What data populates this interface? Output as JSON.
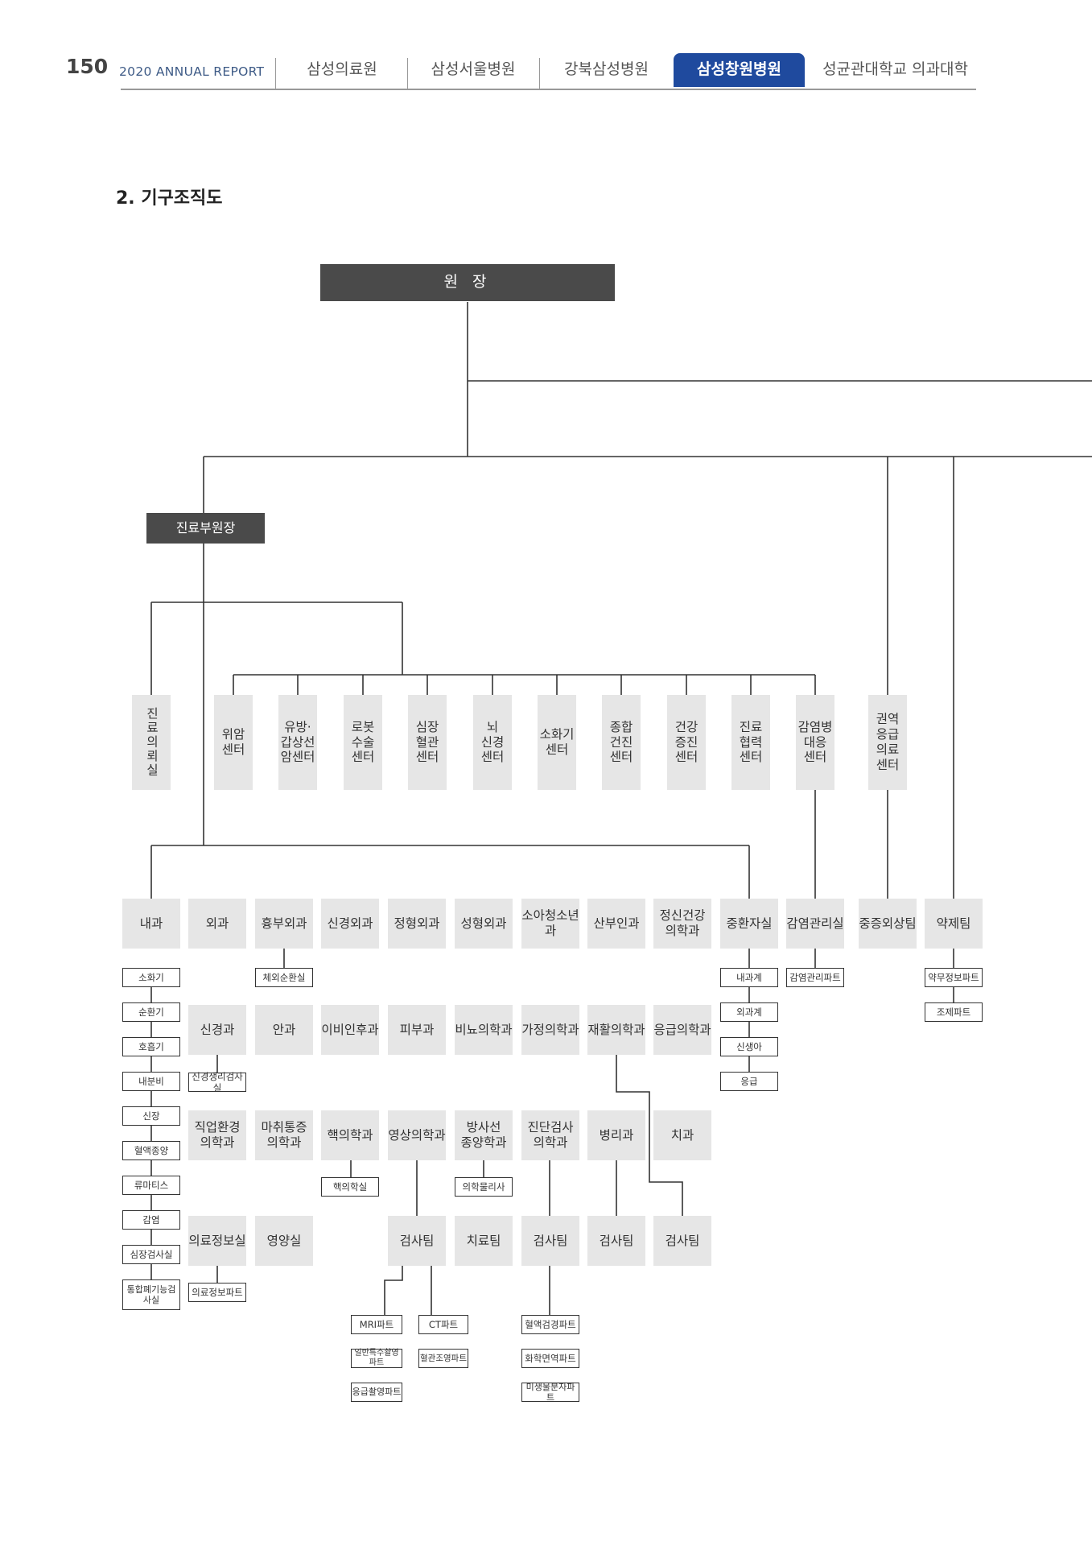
{
  "header": {
    "page_number": "150",
    "report_title": "2020 ANNUAL REPORT",
    "tabs": [
      {
        "label": "삼성의료원",
        "active": false
      },
      {
        "label": "삼성서울병원",
        "active": false
      },
      {
        "label": "강북삼성병원",
        "active": false
      },
      {
        "label": "삼성창원병원",
        "active": true
      },
      {
        "label": "성균관대학교 의과대학",
        "active": false
      }
    ],
    "accent_color": "#1f4a9e"
  },
  "section_title": "2. 기구조직도",
  "org": {
    "director": "원 장",
    "vice_director": "진료부원장",
    "unit_row": [
      "진료의뢰실",
      "위암\n센터",
      "유방·\n갑상선\n암센터",
      "로봇\n수술\n센터",
      "심장\n혈관\n센터",
      "뇌\n신경\n센터",
      "소화기\n센터",
      "종합\n건진\n센터",
      "건강\n증진\n센터",
      "진료\n협력\n센터",
      "감염병\n대응\n센터",
      "권역\n응급\n의료\n센터"
    ],
    "dept_row1": [
      "내과",
      "외과",
      "흉부외과",
      "신경외과",
      "정형외과",
      "성형외과",
      "소아청소년과",
      "산부인과",
      "정신건강\n의학과",
      "중환자실",
      "감염관리실",
      "중증외상팀",
      "약제팀"
    ],
    "dept_row2": [
      "신경과",
      "안과",
      "이비인후과",
      "피부과",
      "비뇨의학과",
      "가정의학과",
      "재활의학과",
      "응급의학과"
    ],
    "dept_row3": [
      "직업환경\n의학과",
      "마취통증\n의학과",
      "핵의학과",
      "영상의학과",
      "방사선\n종양학과",
      "진단검사\n의학과",
      "병리과",
      "치과"
    ],
    "dept_row4": [
      "의료정보실",
      "영양실",
      "검사팀",
      "치료팀",
      "검사팀",
      "검사팀",
      "검사팀"
    ],
    "internal_medicine_subs": [
      "소화기",
      "순환기",
      "호흡기",
      "내분비",
      "신장",
      "혈액종양",
      "류마티스",
      "감염",
      "심장검사실",
      "통합폐기능검사실"
    ],
    "thoracic_sub": "체외순환실",
    "icu_subs": [
      "내과계",
      "외과계",
      "신생아",
      "응급"
    ],
    "infection_control_sub": "감염관리파트",
    "pharmacy_subs": [
      "약무정보파트",
      "조제파트"
    ],
    "neurology_sub": "신경생리검사실",
    "nuclear_sub": "핵의학실",
    "radonc_sub": "의학물리사",
    "medinfo_sub": "의료정보파트",
    "radiology_parts": [
      "MRI파트",
      "CT파트",
      "일반특수촬영파트",
      "혈관조영파트",
      "응급촬영파트"
    ],
    "labmed_parts": [
      "혈액검경파트",
      "화학면역파트",
      "미생물분자파트"
    ]
  },
  "colors": {
    "dark_box": "#4a4a4a",
    "grey_box": "#e6e6e6",
    "line": "#333333"
  }
}
